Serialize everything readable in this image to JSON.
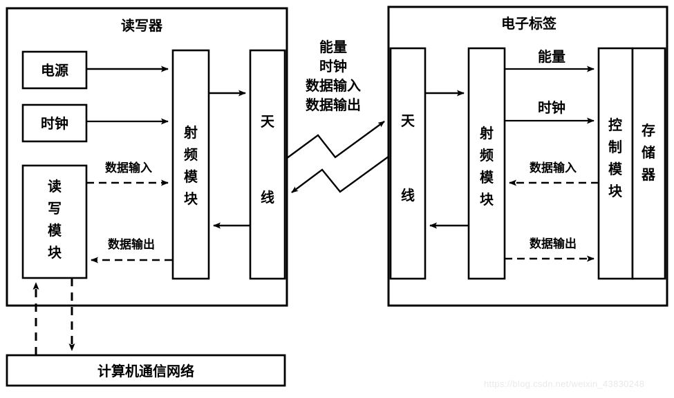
{
  "figure": {
    "title_left": "读写器",
    "title_right": "电子标签",
    "watermark": "https://blog.csdn.net/weixin_43830248"
  },
  "reader": {
    "panel_label": "读写器",
    "blocks": {
      "power": "电源",
      "clock": "时钟",
      "rw_module": "读写模块",
      "rf_module": "射频模块",
      "antenna": "天线"
    },
    "arrows": {
      "data_in": "数据输入",
      "data_out": "数据输出"
    }
  },
  "tag": {
    "panel_label": "电子标签",
    "blocks": {
      "antenna": "天线",
      "rf_module": "射频模块",
      "control_module": "控制模块",
      "memory": "存储器"
    },
    "arrows": {
      "energy": "能量",
      "clock": "时钟",
      "data_in": "数据输入",
      "data_out": "数据输出"
    }
  },
  "air_interface": {
    "lines": [
      "能量",
      "时钟",
      "数据输入",
      "数据输出"
    ]
  },
  "network": {
    "label": "计算机通信网络"
  },
  "vertical_text": {
    "reader_rf": [
      "射",
      "频",
      "模",
      "块"
    ],
    "reader_antenna": [
      "天",
      "线"
    ],
    "reader_rw": [
      "读",
      "写",
      "模",
      "块"
    ],
    "tag_antenna": [
      "天",
      "线"
    ],
    "tag_rf": [
      "射",
      "频",
      "模",
      "块"
    ],
    "tag_control": [
      "控",
      "制",
      "模",
      "块"
    ],
    "tag_memory": [
      "存",
      "储",
      "器"
    ]
  },
  "colors": {
    "stroke": "#000000",
    "background": "#ffffff",
    "watermark": "#e9e9e9"
  }
}
